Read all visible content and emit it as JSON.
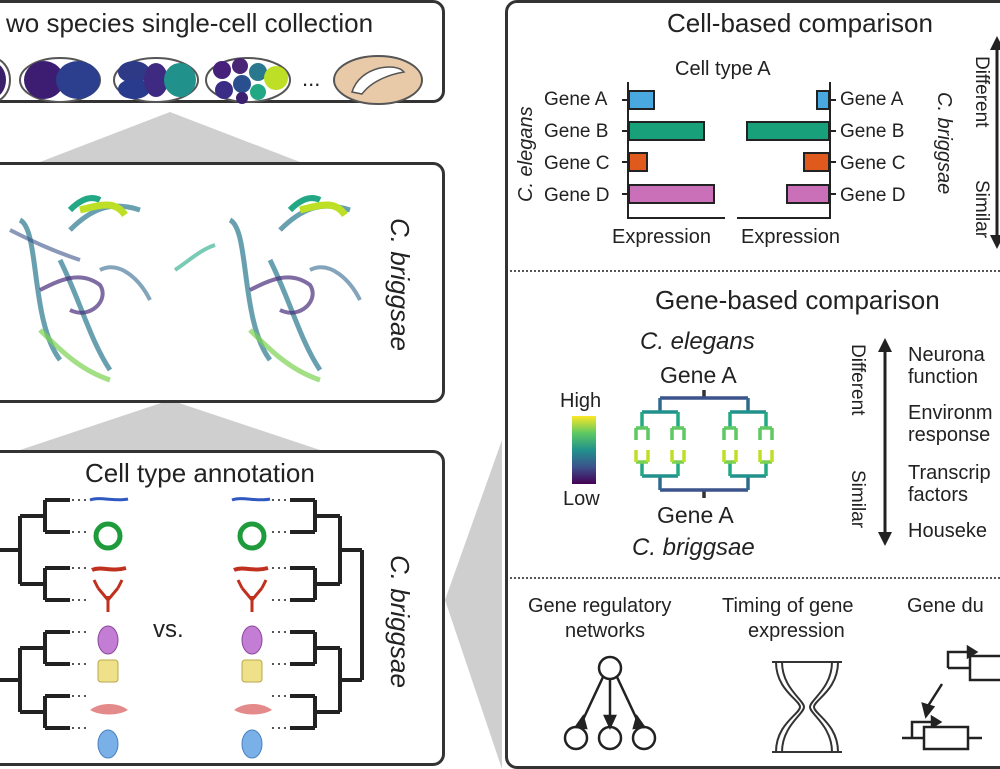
{
  "left": {
    "collection_title": "wo species single-cell collection",
    "ellipsis": "...",
    "umap_species": "C. briggsae",
    "annotation_title": "Cell type annotation",
    "vs_label": "vs.",
    "annotation_species": "C. briggsae"
  },
  "cell_based": {
    "title": "Cell-based comparison",
    "subtitle": "Cell type A",
    "left_species": "C. elegans",
    "right_species": "C. briggsae",
    "genes": [
      "Gene A",
      "Gene B",
      "Gene C",
      "Gene D"
    ],
    "left_values": [
      0.25,
      0.75,
      0.18,
      0.85
    ],
    "right_values": [
      0.12,
      0.82,
      0.25,
      0.42
    ],
    "gene_colors": [
      "#4aa8e0",
      "#17a07a",
      "#e05a1e",
      "#c970b8"
    ],
    "axis_label_left": "Expression",
    "axis_label_right": "Expression",
    "scale_top": "Different",
    "scale_bottom": "Similar"
  },
  "gene_based": {
    "title": "Gene-based comparison",
    "species_top": "C. elegans",
    "gene_top": "Gene A",
    "gene_bottom": "Gene A",
    "species_bottom": "C. briggsae",
    "legend_high": "High",
    "legend_low": "Low",
    "scale_top": "Different",
    "scale_bottom": "Similar",
    "categories": [
      "Neurona",
      "function",
      "Environm",
      "response",
      "Transcrip",
      "factors",
      "Houseke"
    ]
  },
  "bottom": {
    "grn_line1": "Gene regulatory",
    "grn_line2": "networks",
    "timing_line1": "Timing of gene",
    "timing_line2": "expression",
    "dup_title": "Gene du"
  },
  "colors": {
    "border": "#333333",
    "viridis_dark": "#440154",
    "viridis_mid": "#21918c",
    "viridis_light": "#fde725"
  }
}
